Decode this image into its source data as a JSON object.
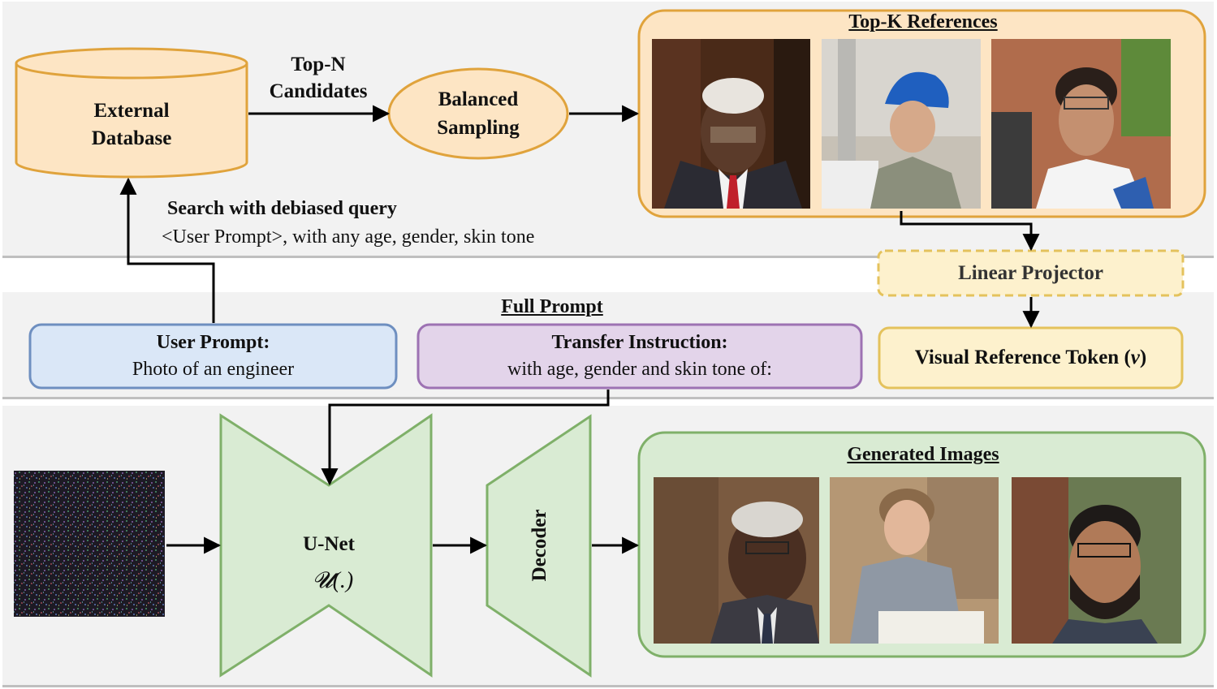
{
  "database": {
    "line1": "External",
    "line2": "Database"
  },
  "candidates": {
    "line1": "Top-N",
    "line2": "Candidates"
  },
  "sampling": {
    "line1": "Balanced",
    "line2": "Sampling"
  },
  "references": {
    "title": "Top-K References"
  },
  "search": {
    "title": "Search with debiased query",
    "query": "<User Prompt>, with any age, gender, skin tone"
  },
  "projector": {
    "label": "Linear Projector"
  },
  "full_prompt": {
    "title": "Full Prompt"
  },
  "user_prompt": {
    "title": "User Prompt:",
    "text": "Photo of an engineer"
  },
  "transfer": {
    "title": "Transfer Instruction:",
    "text": "with age, gender and skin tone of:"
  },
  "visual_token": {
    "label": "Visual Reference Token (",
    "symbol": "v",
    "close": ")"
  },
  "unet": {
    "label": "U-Net",
    "formula": "𝓤(.)"
  },
  "decoder": {
    "label": "Decoder"
  },
  "generated": {
    "title": "Generated Images"
  },
  "colors": {
    "orange_fill": "#fde5c4",
    "orange_stroke": "#e0a33c",
    "blue_fill": "#dae7f7",
    "blue_stroke": "#6e8fc0",
    "purple_fill": "#e3d4ea",
    "purple_stroke": "#9d72b3",
    "yellow_fill": "#fdf1cd",
    "yellow_stroke": "#e4c25c",
    "green_fill": "#d9ebd3",
    "green_stroke": "#7fb069",
    "band_fill": "#f2f2f2"
  }
}
